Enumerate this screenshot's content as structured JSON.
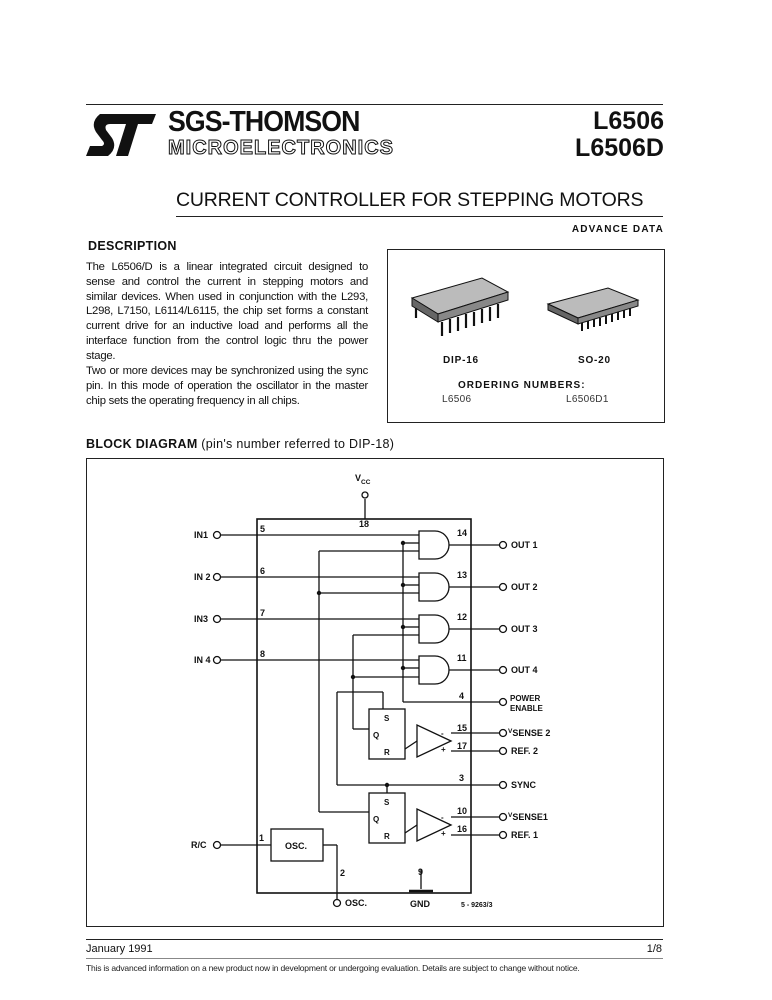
{
  "header": {
    "company": "SGS-THOMSON",
    "division": "MICROELECTRONICS",
    "part_numbers": [
      "L6506",
      "L6506D"
    ]
  },
  "title": "CURRENT CONTROLLER FOR STEPPING MOTORS",
  "status": "ADVANCE DATA",
  "description": {
    "heading": "DESCRIPTION",
    "paragraphs": [
      "The L6506/D is a linear integrated circuit designed to sense and control the current in stepping motors and similar devices. When used in conjunction with the L293, L298, L7150, L6114/L6115, the chip set forms a constant current drive for an inductive load and performs all the interface function from the control logic thru the power stage.",
      "Two or more devices may be synchronized using the sync pin. In this mode of operation the oscillator in the master chip sets the operating frequency in all chips."
    ]
  },
  "packages": {
    "labels": [
      "DIP-16",
      "SO-20"
    ],
    "ordering_heading": "ORDERING NUMBERS:",
    "ordering_numbers": [
      "L6506",
      "L6506D1"
    ]
  },
  "block_diagram": {
    "title_bold": "BLOCK DIAGRAM",
    "title_rest": " (pin's number referred to DIP-18)",
    "supply": {
      "name": "V",
      "sub": "CC",
      "pin": "18"
    },
    "inputs": [
      {
        "name": "IN1",
        "pin": "5"
      },
      {
        "name": "IN 2",
        "pin": "6"
      },
      {
        "name": "IN3",
        "pin": "7"
      },
      {
        "name": "IN 4",
        "pin": "8"
      }
    ],
    "outputs": [
      {
        "name": "OUT 1",
        "pin": "14"
      },
      {
        "name": "OUT 2",
        "pin": "13"
      },
      {
        "name": "OUT 3",
        "pin": "12"
      },
      {
        "name": "OUT 4",
        "pin": "11"
      }
    ],
    "power_enable": {
      "line1": "POWER",
      "line2": "ENABLE",
      "pin": "4"
    },
    "sense2": {
      "name": "SENSE 2",
      "prefix": "V",
      "pin": "15"
    },
    "ref2": {
      "name": "REF. 2",
      "pin": "17"
    },
    "sync": {
      "name": "SYNC",
      "pin": "3"
    },
    "sense1": {
      "name": "SENSE1",
      "prefix": "V",
      "pin": "10"
    },
    "ref1": {
      "name": "REF.  1",
      "pin": "16"
    },
    "rc": {
      "name": "R/C",
      "pin": "1"
    },
    "osc_block": "OSC.",
    "osc_pin": {
      "name": "OSC.",
      "pin": "2"
    },
    "gnd": {
      "name": "GND",
      "pin": "9"
    },
    "flipflop_labels": [
      "S",
      "Q",
      "R"
    ],
    "comparator_signs": [
      "-",
      "+"
    ],
    "drawing_code": "5 - 9263/3"
  },
  "footer": {
    "date": "January 1991",
    "page": "1/8",
    "note": "This is advanced information on a new product now in development or undergoing evaluation. Details are subject to change without notice."
  }
}
